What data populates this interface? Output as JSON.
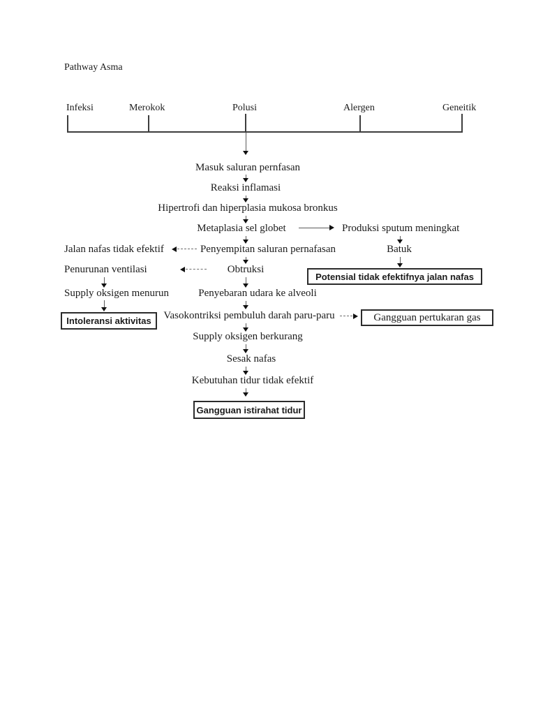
{
  "page": {
    "title": "Pathway Asma"
  },
  "causes": {
    "items": [
      "Infeksi",
      "Merokok",
      "Polusi",
      "Alergen",
      "Geneitik"
    ]
  },
  "nodes": {
    "masuk": "Masuk saluran pernfasan",
    "reaksi": "Reaksi inflamasi",
    "hipertrofi": "Hipertrofi dan hiperplasia mukosa bronkus",
    "metaplasia": "Metaplasia sel globet",
    "produksi": "Produksi sputum meningkat",
    "batuk": "Batuk",
    "potensial": "Potensial tidak efektifnya jalan nafas",
    "jalan_nafas": "Jalan nafas tidak efektif",
    "penyempitan": "Penyempitan saluran pernafasan",
    "penurunan": "Penurunan ventilasi",
    "obtruksi": "Obtruksi",
    "supply_menurun": "Supply oksigen menurun",
    "intoleransi": "Intoleransi aktivitas",
    "penyebaran": "Penyebaran udara ke alveoli",
    "vasokontriksi": "Vasokontriksi pembuluh darah paru-paru",
    "gangguan_gas": "Gangguan pertukaran gas",
    "supply_berkurang": "Supply oksigen berkurang",
    "sesak": "Sesak nafas",
    "kebutuhan": "Kebutuhan tidur tidak efektif",
    "gangguan_tidur": "Gangguan istirahat tidur"
  },
  "colors": {
    "background": "#ffffff",
    "ink": "#1b1b1b",
    "line": "#3d3d3d"
  }
}
